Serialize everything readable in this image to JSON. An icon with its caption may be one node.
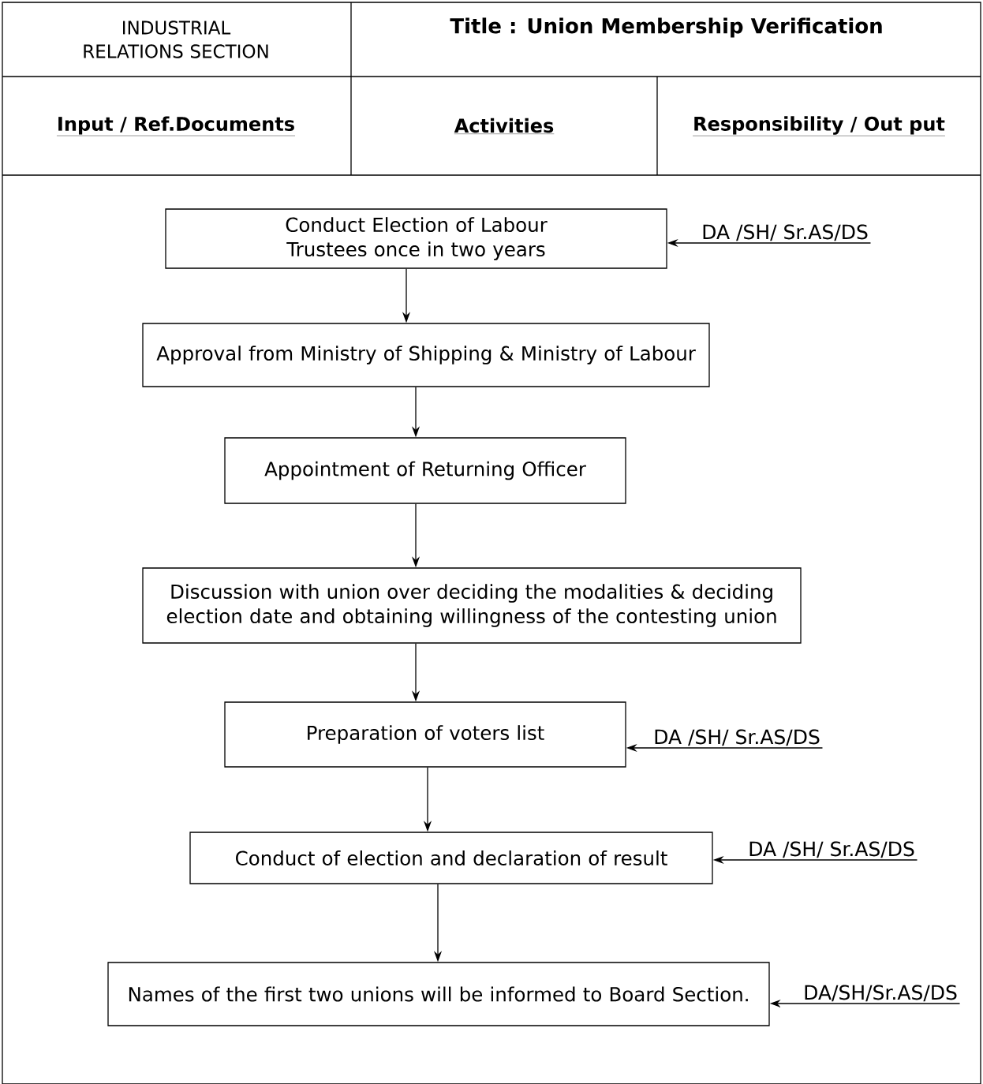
{
  "diagram": {
    "title": "Title : Union Membership Verification",
    "nodes": [
      {
        "text": [
          "Conduct Election of Labour Trustees once in two years"
        ]
      },
      {
        "text": [
          "DA /SH/ Sr.AS/DS"
        ]
      },
      {
        "text": [
          "Approval from Ministry of Shipping & Ministry of Labour"
        ]
      },
      {
        "text": [
          "Appointment of Returning Officer"
        ]
      },
      {
        "text": [
          "Discussion with union over deciding the modalities & deciding election date and obtaining willingness of the contesting union"
        ]
      },
      {
        "text": [
          "Preparation of voters list"
        ]
      },
      {
        "text": [
          "DA /SH/ Sr.AS/DS"
        ]
      },
      {
        "text": [
          "DA /SH/ Sr.AS/DS"
        ]
      },
      {
        "text": [
          "Conduct of election and declaration of result"
        ]
      },
      {
        "text": [
          "Names of the first two unions will be informed to Board Section."
        ]
      },
      {
        "text": [
          "DA/SH/Sr.AS/DS"
        ]
      }
    ],
    "edges": [
      {
        "from": 0,
        "to": 2,
        "arrow": "to"
      },
      {
        "from": 2,
        "to": 3,
        "arrow": "to"
      },
      {
        "from": 3,
        "to": 4,
        "arrow": "to"
      },
      {
        "from": 4,
        "to": 5,
        "arrow": "to"
      },
      {
        "from": 5,
        "to": 8,
        "arrow": "to"
      },
      {
        "from": 8,
        "to": 9,
        "arrow": "to"
      },
      {
        "from": 1,
        "to": 0,
        "arrow": "to"
      },
      {
        "from": 6,
        "to": 5,
        "arrow": "to"
      },
      {
        "from": 7,
        "to": 8,
        "arrow": "to"
      },
      {
        "from": 10,
        "to": 9,
        "arrow": "to"
      }
    ],
    "labels": [
      "INDUSTRIAL RELATIONS SECTION",
      "Input / Ref.Documents",
      "Activities",
      "Responsibility / Out put"
    ]
  }
}
